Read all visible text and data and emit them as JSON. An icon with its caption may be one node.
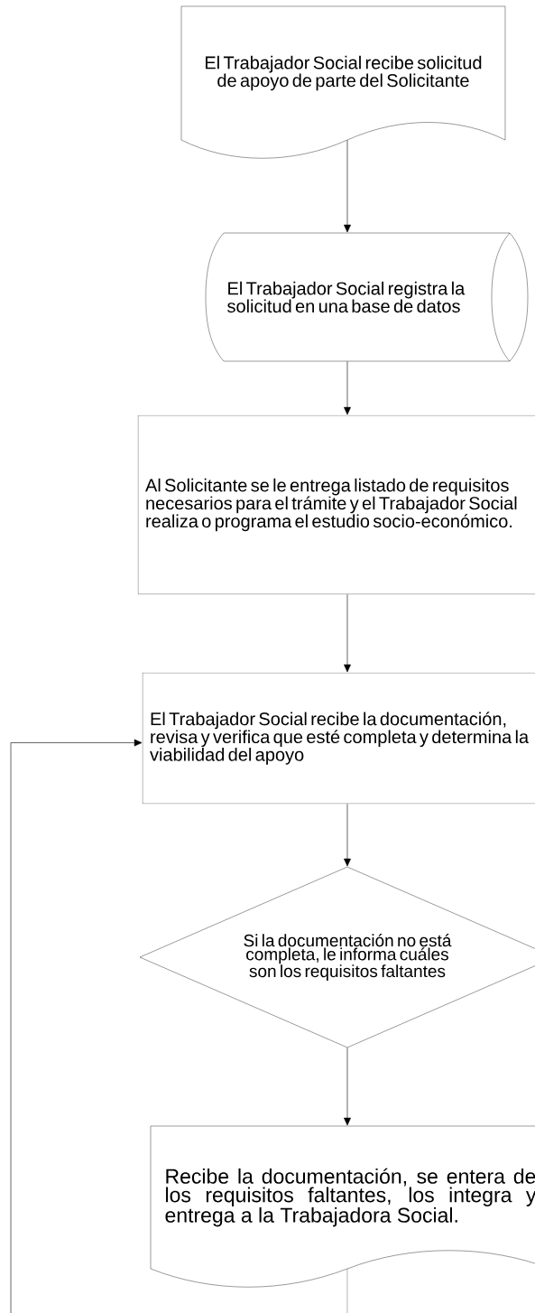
{
  "diagram": {
    "nodes": [
      {
        "text": [
          "El Trabajador Social recibe solicitud de apoyo de parte del Solicitante"
        ]
      },
      {
        "text": [
          "El Trabajador Social registra la solicitud en una base de datos"
        ]
      },
      {
        "text": [
          "Al Solicitante se le entrega listado de requisitos necesarios para el trámite y el Trabajador Social realiza o programa el estudio socio-económico."
        ]
      },
      {
        "text": [
          "El Trabajador Social recibe la documentación, revisa y verifica que esté completa y determina la viabilidad del apoyo"
        ]
      },
      {
        "text": [
          "Si la documentación no está completa, le informa cuáles son los requisitos faltantes"
        ]
      },
      {
        "text": [
          "Recibe la documentación, se entera de los requisitos faltantes, los integra y entrega a la Trabajadora Social."
        ]
      }
    ],
    "edges": [
      {
        "from": 0,
        "to": 1,
        "arrow": "to"
      },
      {
        "from": 1,
        "to": 2,
        "arrow": "to"
      },
      {
        "from": 2,
        "to": 3,
        "arrow": "to"
      },
      {
        "from": 3,
        "to": 4,
        "arrow": "to"
      },
      {
        "from": 4,
        "to": 5,
        "arrow": "to"
      },
      {
        "from": 5,
        "to": null,
        "arrow": "none"
      },
      {
        "from": null,
        "to": 3,
        "arrow": "to"
      }
    ]
  }
}
